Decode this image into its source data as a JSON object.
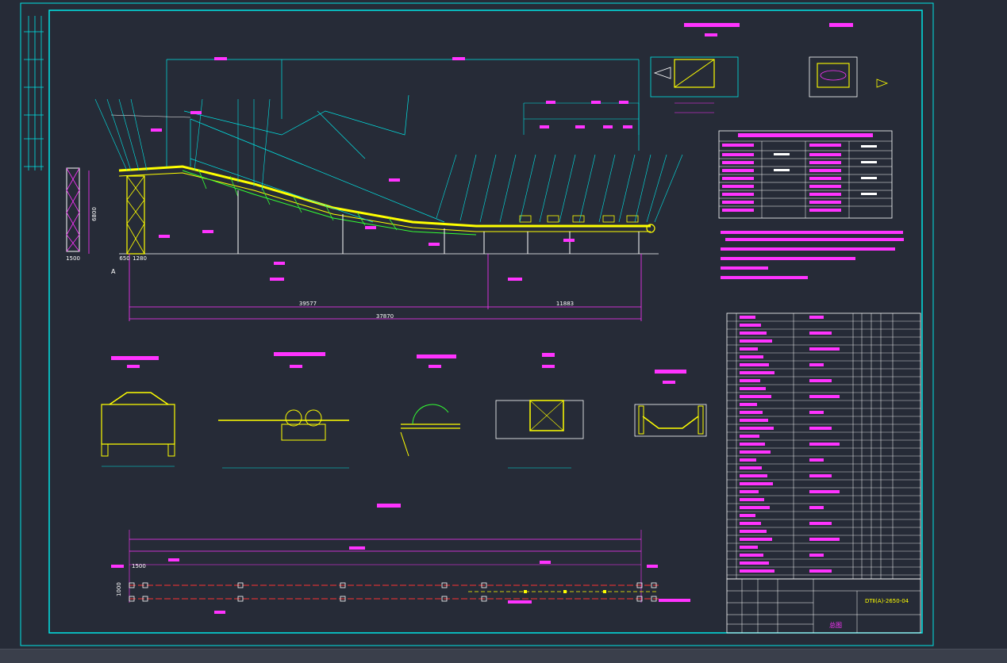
{
  "colors": {
    "background": "#262b37",
    "frame": "#00e5e5",
    "magenta": "#ff33ff",
    "yellow": "#ffff00",
    "green": "#33ff33",
    "white": "#ffffff",
    "red": "#ff3333",
    "cyan": "#00ffff"
  },
  "dimensions": {
    "d1": "39577",
    "d2": "11883",
    "d3": "37870",
    "d4": "6800",
    "d5": "1500",
    "d6": "650",
    "d7": "1280",
    "d8": "1500",
    "d9": "1000"
  },
  "labels": {
    "bottom_left_a": "A"
  },
  "title_block": {
    "drawing_no": "DTⅡ(A)-2650-04",
    "title": "总图"
  }
}
